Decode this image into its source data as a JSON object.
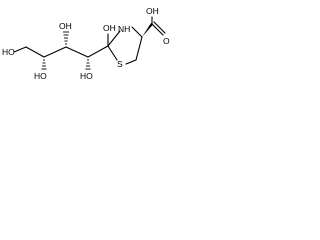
{
  "molecule": {
    "atoms": {
      "ho_terminal": "HO",
      "ho_upper_left": "OH",
      "ho_mid_left": "HO",
      "ho_lower": "HO",
      "ho_upper_right": "OH",
      "nh": "NH",
      "s": "S",
      "acid_oh": "OH",
      "acid_o": "O"
    },
    "colors": {
      "ink": "#000000",
      "background": "#ffffff"
    }
  }
}
